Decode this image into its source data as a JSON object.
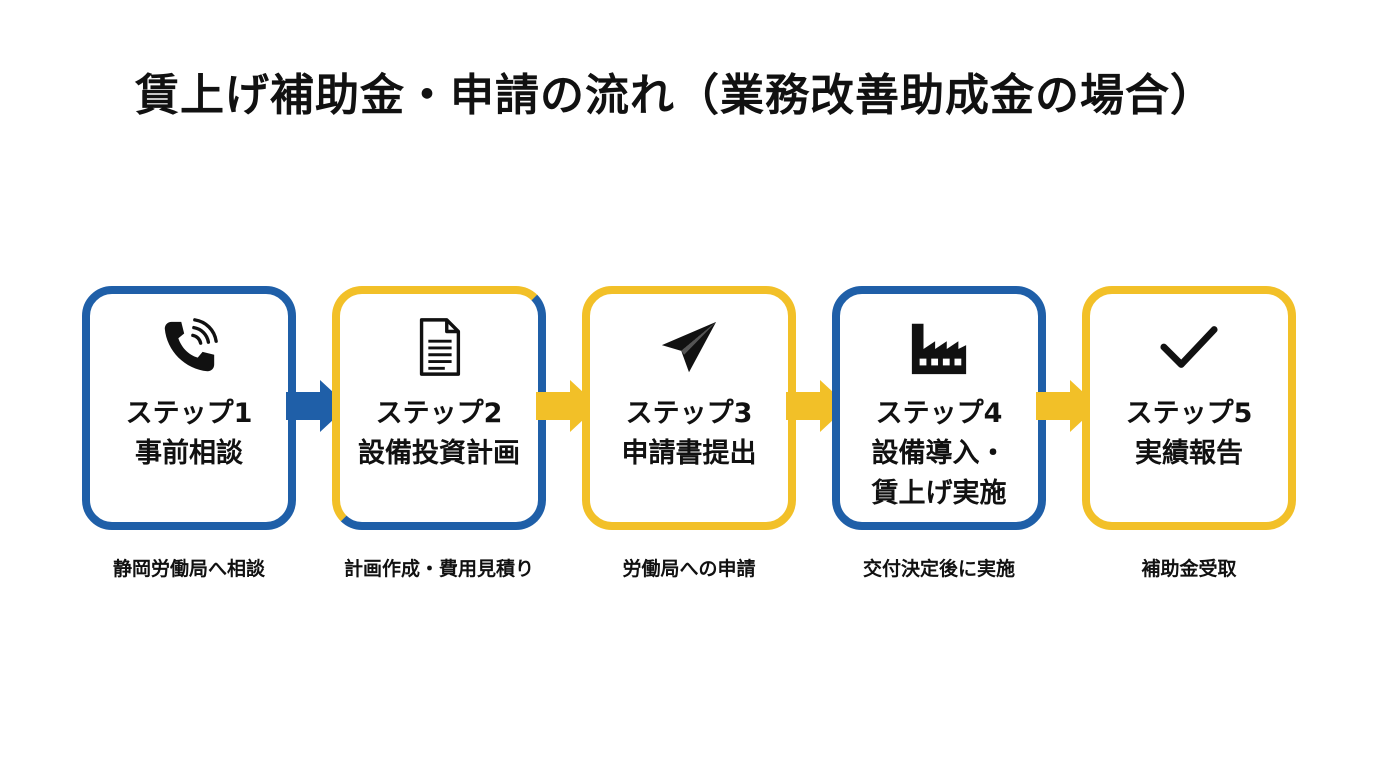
{
  "title": "賃上げ補助金・申請の流れ（業務改善助成金の場合）",
  "colors": {
    "blue": "#1f5fa8",
    "yellow": "#f2c028"
  },
  "steps": [
    {
      "step_label": "ステップ1",
      "name_lines": [
        "事前相談"
      ],
      "caption": "静岡労働局へ相談",
      "icon": "phone-icon",
      "border": "blue"
    },
    {
      "step_label": "ステップ2",
      "name_lines": [
        "設備投資計画"
      ],
      "caption": "計画作成・費用見積り",
      "icon": "document-icon",
      "border": "yellow-blue"
    },
    {
      "step_label": "ステップ3",
      "name_lines": [
        "申請書提出"
      ],
      "caption": "労働局への申請",
      "icon": "paper-plane-icon",
      "border": "yellow"
    },
    {
      "step_label": "ステップ4",
      "name_lines": [
        "設備導入・",
        "賃上げ実施"
      ],
      "caption": "交付決定後に実施",
      "icon": "factory-icon",
      "border": "blue"
    },
    {
      "step_label": "ステップ5",
      "name_lines": [
        "実績報告"
      ],
      "caption": "補助金受取",
      "icon": "checkmark-icon",
      "border": "yellow"
    }
  ],
  "arrows": [
    {
      "color": "blue"
    },
    {
      "color": "yellow"
    },
    {
      "color": "yellow"
    },
    {
      "color": "yellow"
    }
  ]
}
